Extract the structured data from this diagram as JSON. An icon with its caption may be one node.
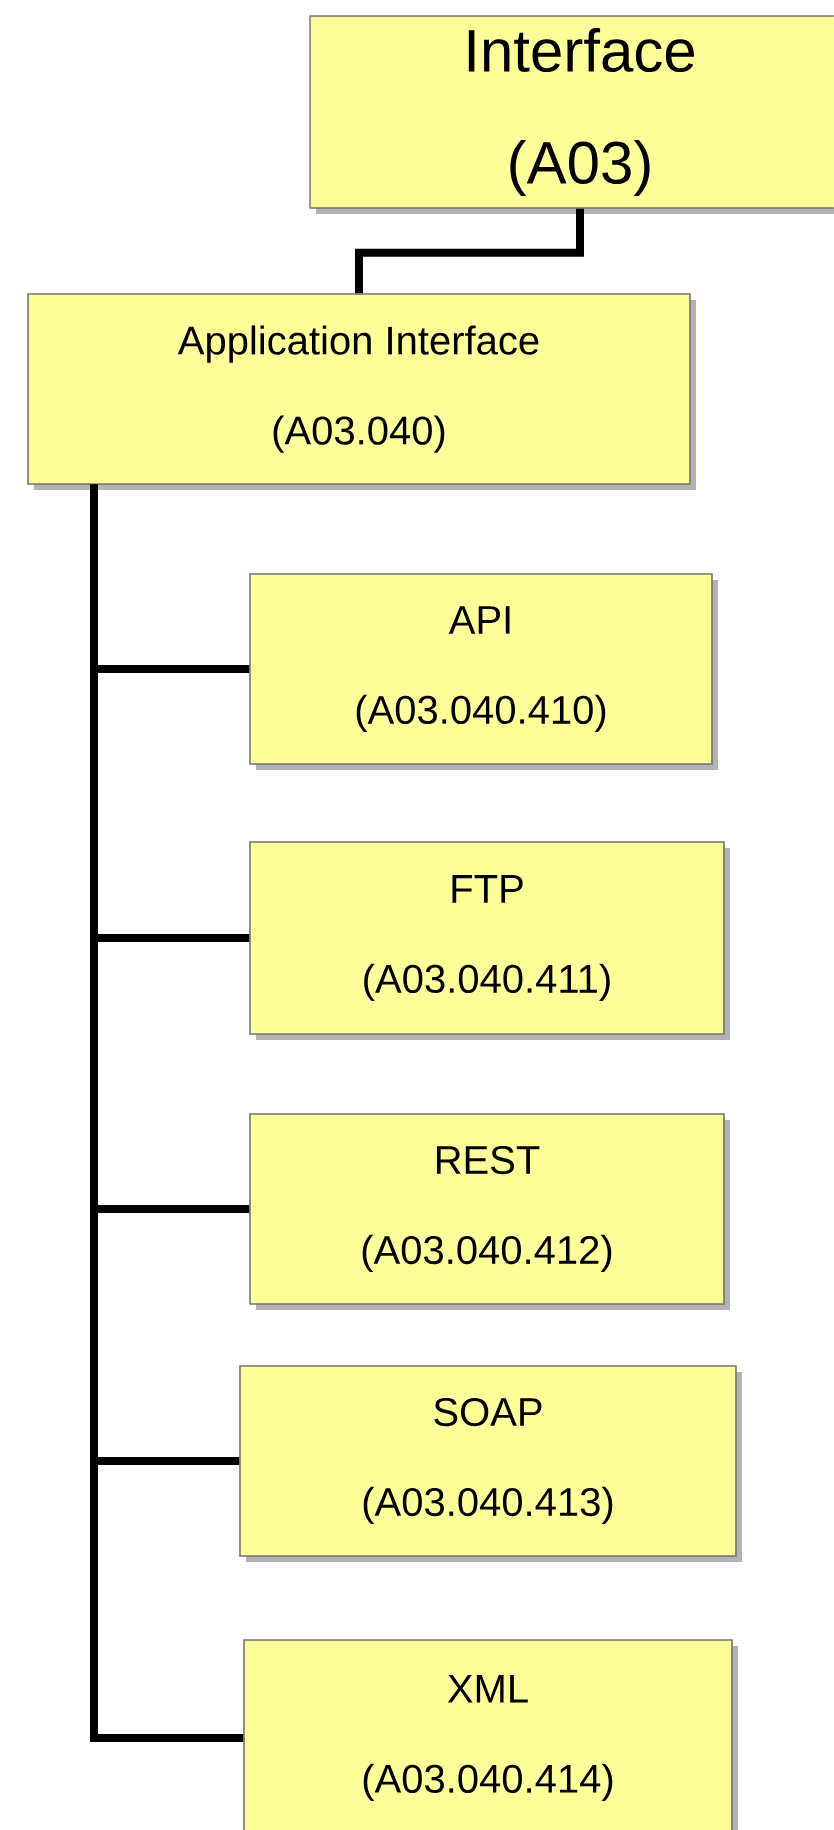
{
  "diagram": {
    "nodes": [
      {
        "text": [
          "Interface",
          "(A03)"
        ]
      },
      {
        "text": [
          "Application Interface",
          "(A03.040)"
        ]
      },
      {
        "text": [
          "API",
          "(A03.040.410)"
        ]
      },
      {
        "text": [
          "FTP",
          "(A03.040.411)"
        ]
      },
      {
        "text": [
          "REST",
          "(A03.040.412)"
        ]
      },
      {
        "text": [
          "SOAP",
          "(A03.040.413)"
        ]
      },
      {
        "text": [
          "XML",
          "(A03.040.414)"
        ]
      }
    ],
    "edges": [
      {
        "from": 0,
        "to": 1,
        "arrow": "none"
      },
      {
        "from": 1,
        "to": 2,
        "arrow": "none"
      },
      {
        "from": 1,
        "to": 3,
        "arrow": "none"
      },
      {
        "from": 1,
        "to": 4,
        "arrow": "none"
      },
      {
        "from": 1,
        "to": 5,
        "arrow": "none"
      },
      {
        "from": 1,
        "to": 6,
        "arrow": "none"
      }
    ]
  }
}
